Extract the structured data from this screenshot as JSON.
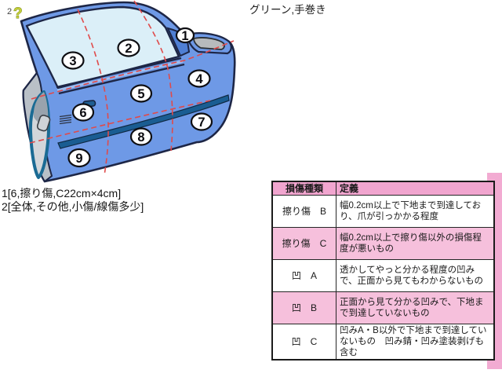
{
  "top_note": "グリーン,手巻き",
  "diagram": {
    "corner_number": "2",
    "corner_symbol": "?",
    "zones": [
      {
        "label": "1"
      },
      {
        "label": "2"
      },
      {
        "label": "3"
      },
      {
        "label": "4"
      },
      {
        "label": "5"
      },
      {
        "label": "6"
      },
      {
        "label": "7"
      },
      {
        "label": "8"
      },
      {
        "label": "9"
      }
    ]
  },
  "annotations": {
    "line1": "1[6,擦り傷,C22cm×4cm]",
    "line2": "2[全体,その他,小傷/線傷多少]"
  },
  "table": {
    "headers": {
      "type": "損傷種類",
      "definition": "定義"
    },
    "rows": [
      {
        "type": "擦り傷　B",
        "definition": "幅0.2cm以上で下地まで到達しており、爪が引っかかる程度"
      },
      {
        "type": "擦り傷　C",
        "definition": "幅0.2cm以上で擦り傷以外の損傷程度が悪いもの"
      },
      {
        "type": "凹　A",
        "definition": "透かしてやっと分かる程度の凹みで、正面から見てもわからないもの"
      },
      {
        "type": "凹　B",
        "definition": "正面から見て分かる凹みで、下地まで到達していないもの"
      },
      {
        "type": "凹　C",
        "definition": "凹みA・B以外で下地まで到達していないもの　凹み錆・凹み塗装剥げも含む"
      }
    ]
  },
  "colors": {
    "door_blue": "#6e99e6",
    "window_blue": "#dbeff8",
    "outline_navy": "#1d2646",
    "molding_blue": "#1a5d92",
    "dash_red": "#e04a4a",
    "table_header_pink": "#f1a5cf",
    "table_row_pink": "#f6c0dc",
    "edge_stripe_pink": "#f2abd2",
    "qmark_green": "#c3cf3a"
  }
}
